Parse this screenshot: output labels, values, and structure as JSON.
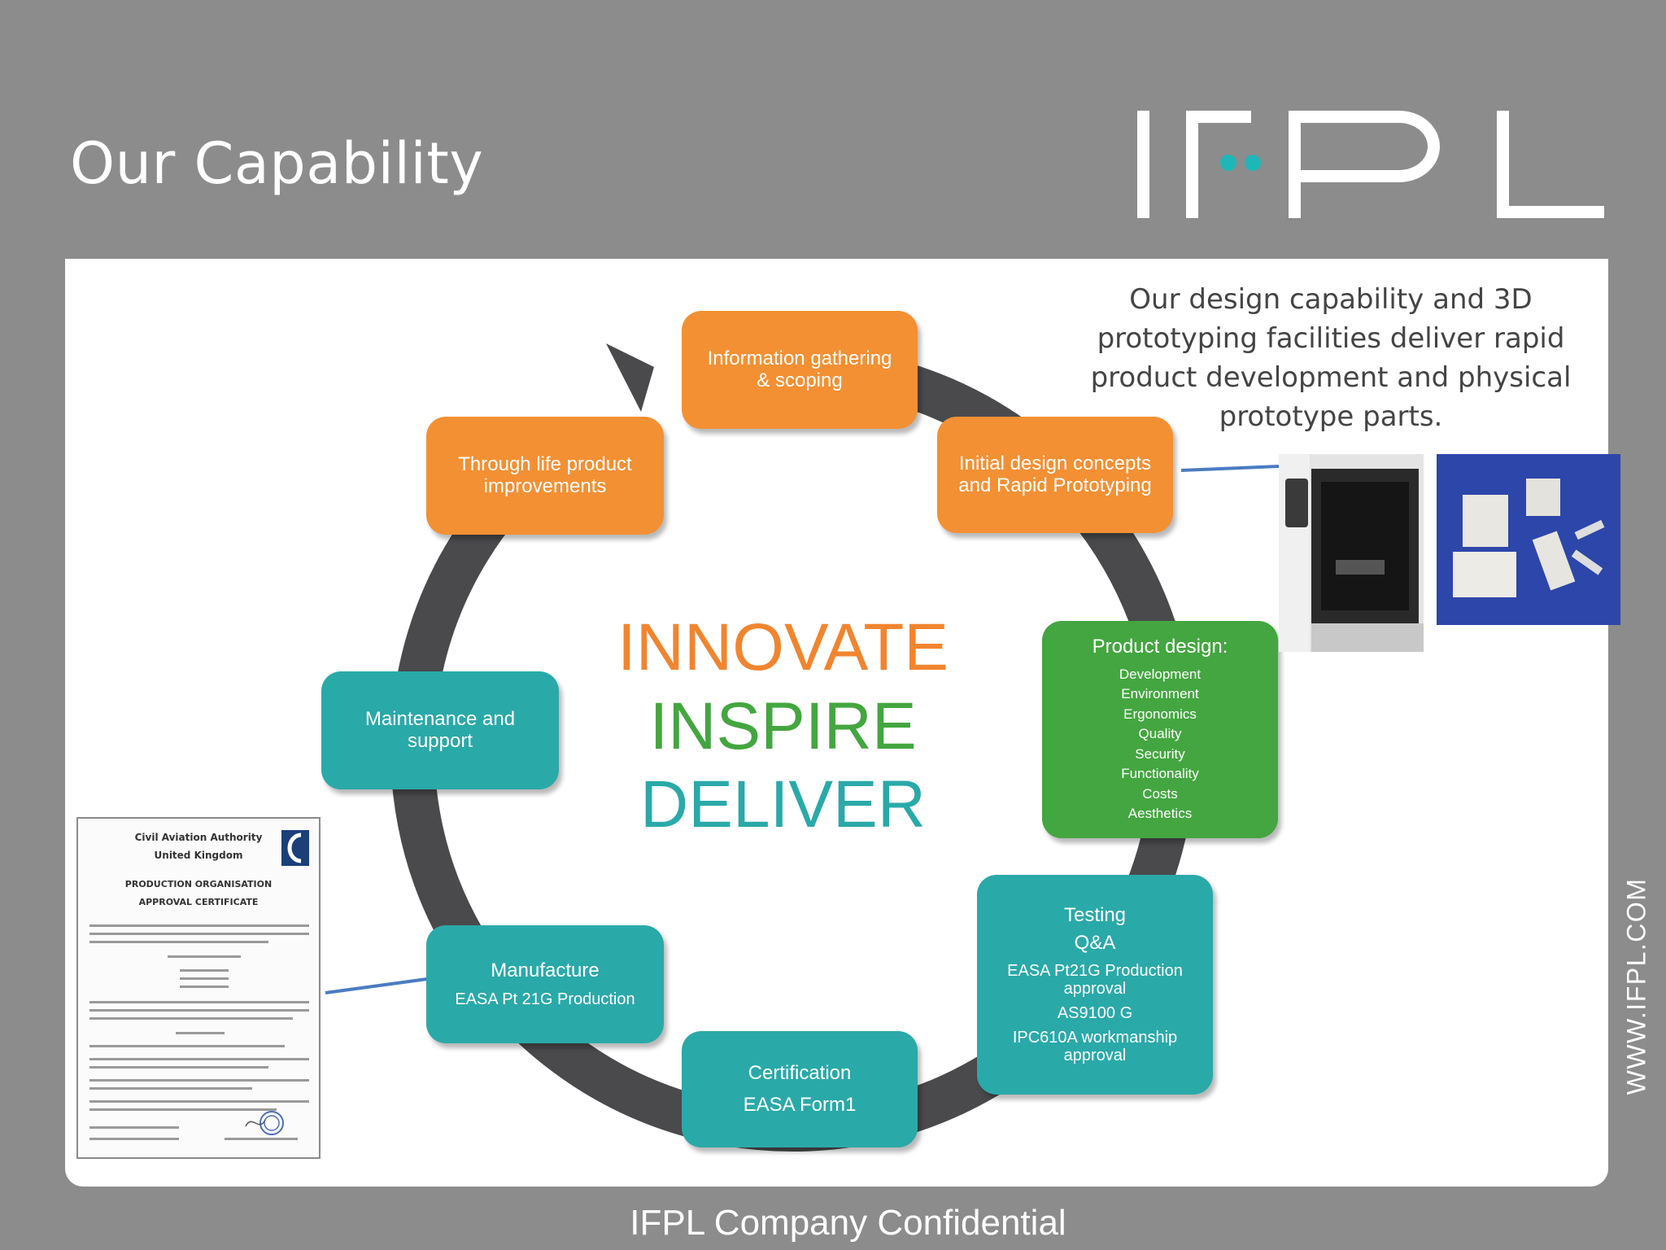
{
  "slide": {
    "title": "Our Capability",
    "logo_text": "IFPL",
    "side_url": "WWW.IFPL.COM",
    "footer": "IFPL Company Confidential"
  },
  "colors": {
    "background": "#8c8c8c",
    "orange": "#f39033",
    "teal": "#2aa9a9",
    "green": "#44a640",
    "arrow": "#4a4a4c",
    "connector": "#4a7cc2"
  },
  "motto": [
    "INNOVATE",
    "INSPIRE",
    "DELIVER"
  ],
  "design_text": "Our design capability and 3D prototyping facilities deliver rapid product development and physical prototype parts.",
  "steps": {
    "info": {
      "title": "Information gathering\n& scoping"
    },
    "initial": {
      "title": "Initial design concepts\nand Rapid Prototyping"
    },
    "product": {
      "title": "Product design:",
      "items": [
        "Development",
        "Environment",
        "Ergonomics",
        "Quality",
        "Security",
        "Functionality",
        "Costs",
        "Aesthetics"
      ]
    },
    "testing": {
      "title": "Testing",
      "subtitle": "Q&A",
      "items": [
        "EASA Pt21G Production\napproval",
        "AS9100 G",
        "IPC610A workmanship\napproval"
      ]
    },
    "certification": {
      "title": "Certification",
      "subtitle": "EASA Form1"
    },
    "manufacture": {
      "title": "Manufacture",
      "subtitle": "EASA Pt 21G Production"
    },
    "maintenance": {
      "title": "Maintenance and\nsupport"
    },
    "through_life": {
      "title": "Through life product\nimprovements"
    }
  },
  "certificate": {
    "authority": "Civil Aviation Authority",
    "country": "United Kingdom",
    "heading1": "PRODUCTION ORGANISATION",
    "heading2": "APPROVAL CERTIFICATE"
  },
  "icons": {
    "cycle": "circular-arrow-icon",
    "printer": "3d-printer-photo",
    "parts": "prototype-parts-photo",
    "certificate": "certificate-document"
  }
}
